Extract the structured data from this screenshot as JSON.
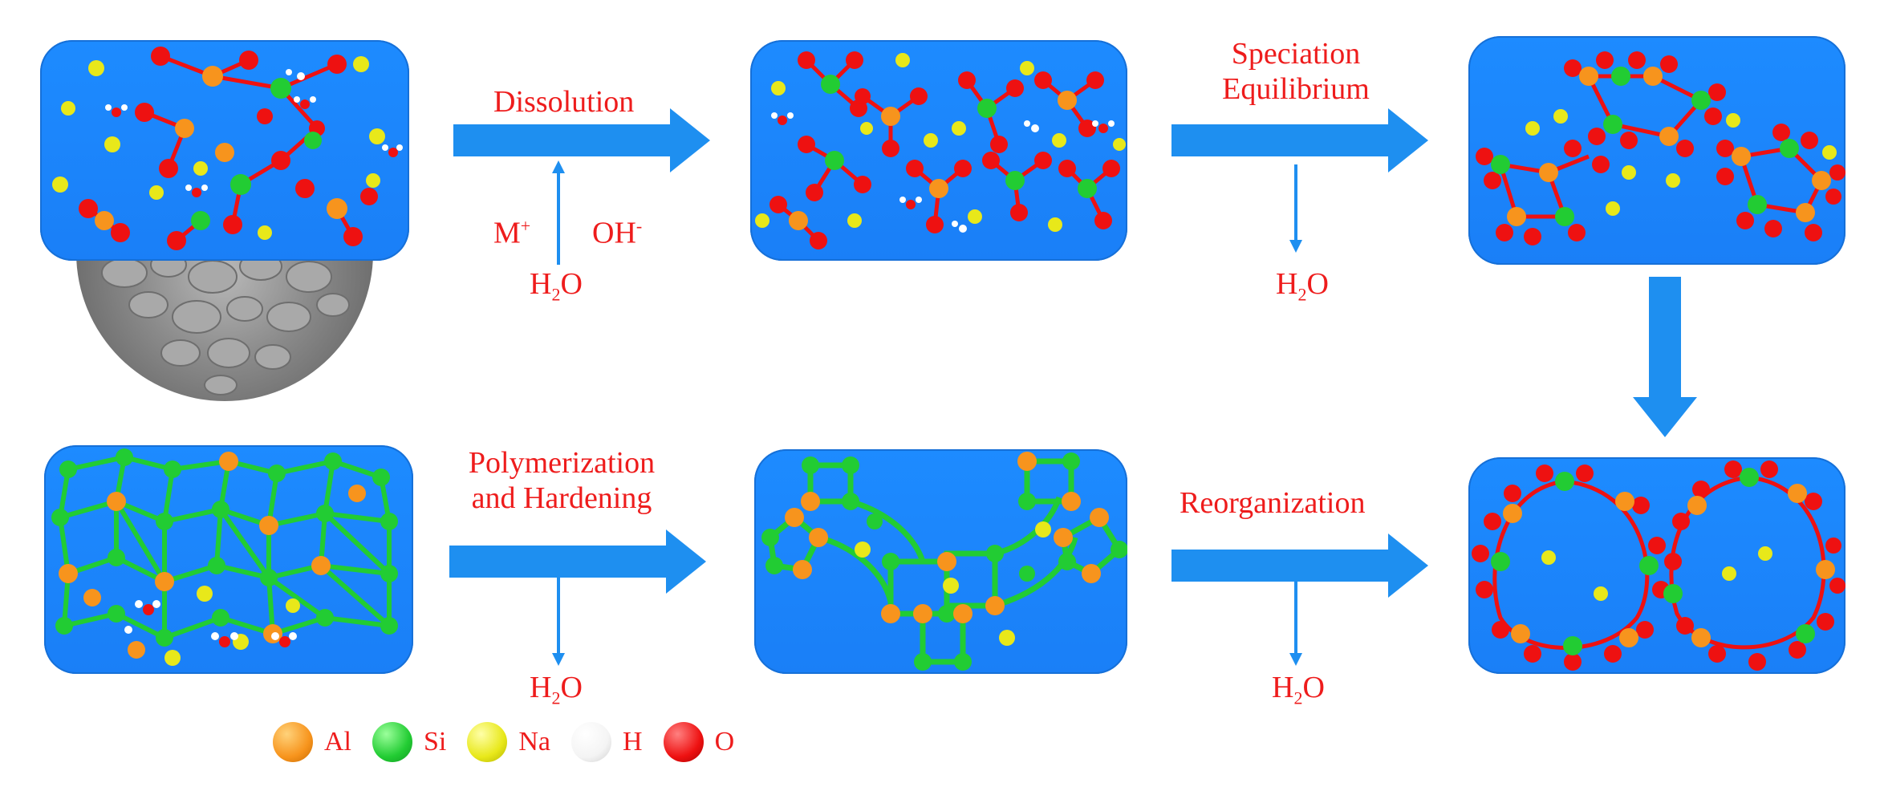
{
  "steps": {
    "dissolution": "Dissolution",
    "speciation_line1": "Speciation",
    "speciation_line2": "Equilibrium",
    "polymerization_line1": "Polymerization",
    "polymerization_line2": "and Hardening",
    "reorganization": "Reorganization"
  },
  "reagents": {
    "cation": "M",
    "cation_sup": "+",
    "hydroxide": "OH",
    "hydroxide_sup": "-"
  },
  "water": {
    "h": "H",
    "sub": "2",
    "o": "O"
  },
  "legend": [
    {
      "label": "Al",
      "color": "#f7941d"
    },
    {
      "label": "Si",
      "color": "#22cc33"
    },
    {
      "label": "Na",
      "color": "#e8e81a"
    },
    {
      "label": "H",
      "color": "#ffffff"
    },
    {
      "label": "O",
      "color": "#ee1111"
    }
  ],
  "colors": {
    "panel": "#1d8bff",
    "arrow": "#1e8ff0",
    "label": "#ee1c1c"
  }
}
